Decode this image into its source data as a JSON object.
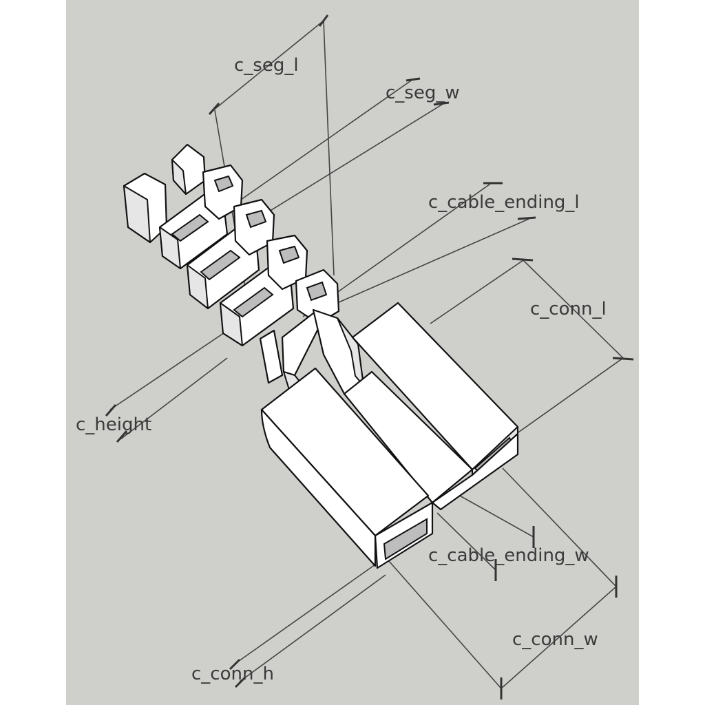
{
  "labels": {
    "seg_l": "c_seg_l",
    "seg_w": "c_seg_w",
    "cable_ending_l": "c_cable_ending_l",
    "conn_l": "c_conn_l",
    "height": "c_height",
    "cable_ending_w": "c_cable_ending_w",
    "conn_w": "c_conn_w",
    "conn_h": "c_conn_h"
  },
  "colors": {
    "background": "#cfcfcc",
    "page": "#ffffff",
    "part": "#ffffff",
    "outline": "#111111",
    "dimension": "#444444"
  }
}
